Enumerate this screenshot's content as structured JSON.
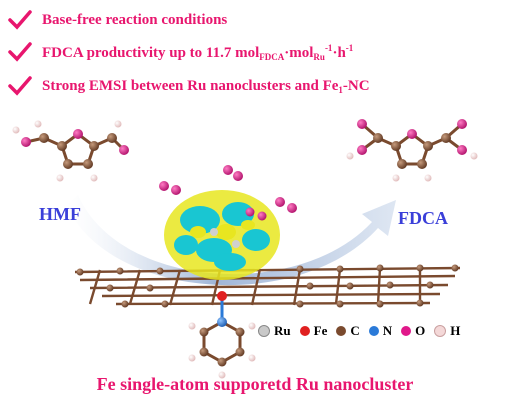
{
  "bullets": [
    {
      "text": "Base-free reaction conditions"
    },
    {
      "text_pre": "FDCA productivity up to 11.7 mol",
      "sub1": "FDCA",
      "mid": "·mol",
      "sub2": "Ru",
      "sup1": "-1",
      "mid2": "·h",
      "sup2": "-1"
    },
    {
      "text_pre": "Strong EMSI between Ru nanoclusters and Fe",
      "sub1": "1",
      "text_post": "-NC"
    }
  ],
  "labels": {
    "hmf": "HMF",
    "fdca": "FDCA"
  },
  "legend": [
    {
      "symbol": "Ru",
      "color": "#c9c9c9"
    },
    {
      "symbol": "Fe",
      "color": "#e02020"
    },
    {
      "symbol": "C",
      "color": "#7a4a2e"
    },
    {
      "symbol": "N",
      "color": "#2a7ad8"
    },
    {
      "symbol": "O",
      "color": "#e0188a"
    },
    {
      "symbol": "H",
      "color": "#f4d8d8"
    }
  ],
  "caption": "Fe single-atom supporetd Ru nanocluster",
  "colors": {
    "accent": "#e8166e",
    "label_blue": "#3a3fd9",
    "carbon": "#7a4a2e",
    "oxygen": "#e0188a",
    "isosurface_yellow": "#e8e620",
    "isosurface_cyan": "#19c6d2"
  }
}
